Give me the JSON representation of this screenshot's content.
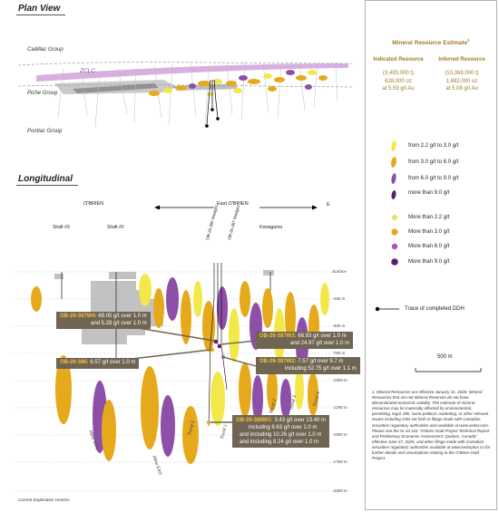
{
  "plan_view": {
    "title": "Plan View",
    "groups": [
      "Cadillac Group",
      "Piche Group",
      "Pontiac Group"
    ],
    "fault_label": "ZCLC"
  },
  "longitudinal": {
    "title": "Longitudinal",
    "obrien": "O'BRIEN",
    "east_obrien": "East O'BRIEN",
    "east_marker": "E",
    "shaft3": "Shaft #3",
    "shaft2": "Shaft #2",
    "kewagama": "Kewagama",
    "surface": "Surface",
    "wedges": [
      "OB-26-386 Wedges",
      "OB-26-387 Wedges"
    ],
    "depths": [
      "-250 m",
      "-500 m",
      "-750 m",
      "-1000 m",
      "-1250 m",
      "-1500 m",
      "-1750 m",
      "-2000 m"
    ],
    "trends": [
      "Trend 2",
      "Trend 3",
      "Trend 4",
      "Trend 0",
      "Trend 1"
    ],
    "mine_west": "Mine West",
    "mine_east": "Mine East",
    "horizon": "Current Exploration Horizon"
  },
  "callouts": [
    {
      "id": "OB-26-387W4",
      "line1_a": "OB-26-387W4:",
      "line1_b": " 69.05 g/t over 1.0 m",
      "line2": "and 5.28 g/t over 1.0 m"
    },
    {
      "id": "OB-26-386",
      "line1_a": "OB-26-386:",
      "line1_b": " 6.57 g/t over 1.0 m"
    },
    {
      "id": "OB-26-387W3",
      "line1_a": "OB-26-387W3:",
      "line1_b": " 66.93 g/t over 1.0 m",
      "line2": "and 24.97 g/t over 1.0 m"
    },
    {
      "id": "OB-26-387W2",
      "line1_a": "OB-26-387W2:",
      "line1_b": " 7.57 g/t over 9.7 m",
      "line2": "including 52.75 g/t over 1.1 m"
    },
    {
      "id": "OB-26-386W1",
      "line1_a": "OB-26-386W1:",
      "line1_b": " 3.43 g/t over 13.40 m",
      "line2": "including 8.63 g/t over 1.0 m",
      "line3": "and including 10.26 g/t over 1.0 m",
      "line4": "and including 8.24 g/t over 1.0 m"
    }
  ],
  "mre": {
    "title": "Mineral Resource Estimate",
    "footnote_mark": "1",
    "indicated": {
      "head": "Indicated Resource",
      "tonnes": "(3,493,000 t)",
      "oz": "628,000 oz",
      "grade": "at 5.59 g/t Au"
    },
    "inferred": {
      "head": "Inferred Resource",
      "tonnes": "(10,368,000 t)",
      "oz": "1,692,000 oz",
      "grade": "at 5.08 g/t Au"
    }
  },
  "legend_stripes": [
    {
      "label": "from 2.2 g/t to 3.0 g/t",
      "color": "#f3e84a"
    },
    {
      "label": "from 3.0 g/t to 6.0 g/t",
      "color": "#e7a91c"
    },
    {
      "label": "from 6.0 g/t to 9.0 g/t",
      "color": "#8d4fa8"
    },
    {
      "label": "more than 9.0 g/t",
      "color": "#5a1e6e"
    }
  ],
  "legend_dots": [
    {
      "label": "More than 2.2 g/t",
      "color": "#f3e84a"
    },
    {
      "label": "More than 3.0 g/t",
      "color": "#e7a91c"
    },
    {
      "label": "More than 6.0 g/t",
      "color": "#b14fb6"
    },
    {
      "label": "More than 9.0 g/t",
      "color": "#5a1e6e"
    }
  ],
  "ddh_label": "Trace of completed DDH",
  "scale_label": "500 m",
  "footnote": "1. Mineral Resources are effective January 31, 2026. Mineral Resources that are not Mineral Reserves do not have demonstrated economic viability. The estimate of mineral resources may be materially affected by environmental, permitting, legal, title, socio-political, marketing, or other relevant issues including risks set forth in filings made with Canadian securities regulatory authorities and available at www.sedar.com. Please see the NI 43-101 \"O'Brien Gold Project Technical Report and Preliminary Economic Assessment, Quebec, Canada\" effective June 27, 2025, and other filings made with Canadian securities regulatory authorities available at www.sedarplus.ca for further details and assumptions relating to the O'Brien Gold Project.",
  "colors": {
    "gold_text": "#a07a2a",
    "callout_bg": "#6f6552",
    "callout_hl": "#f5c33b",
    "fault": "#c995d6"
  }
}
